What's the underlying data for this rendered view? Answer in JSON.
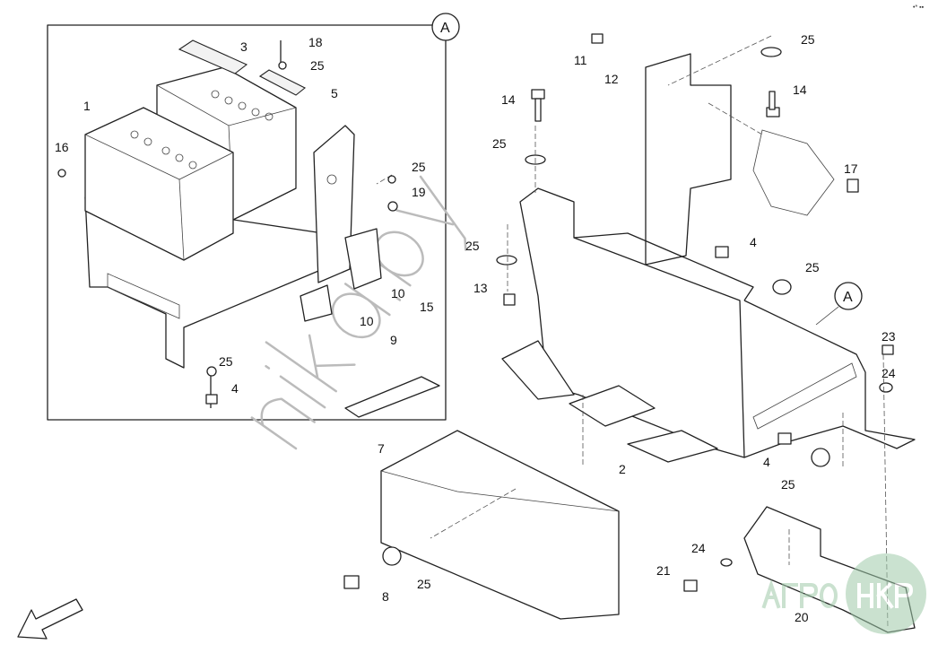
{
  "diagram": {
    "view_marker": "A",
    "callouts": [
      "1",
      "3",
      "5",
      "16",
      "18",
      "25",
      "25",
      "19",
      "10",
      "15",
      "10",
      "9",
      "25",
      "4",
      "11",
      "12",
      "25",
      "14",
      "14",
      "25",
      "17",
      "25",
      "4",
      "25",
      "13",
      "23",
      "24",
      "7",
      "2",
      "4",
      "25",
      "24",
      "21",
      "25",
      "8",
      "20"
    ],
    "watermark": "nika.by",
    "logo_text": "АГРО НКР",
    "corner_mark": "•* ▪▪"
  }
}
